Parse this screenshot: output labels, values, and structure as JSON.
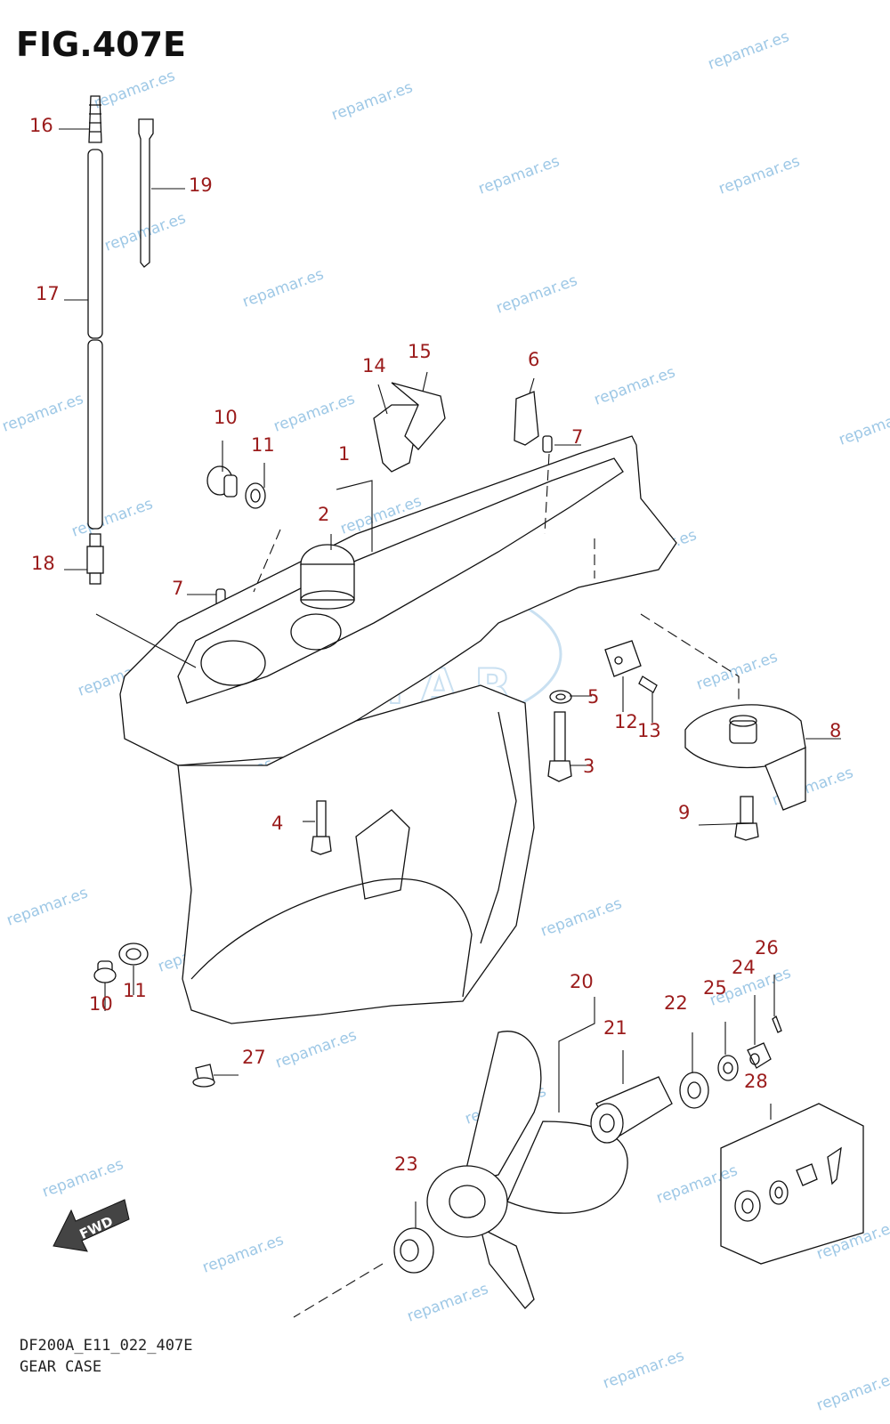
{
  "figure": {
    "title": "FIG.407E",
    "code": "DF200A_E11_022_407E",
    "name": "GEAR CASE"
  },
  "callouts": [
    {
      "label": "1"
    },
    {
      "label": "2"
    },
    {
      "label": "3"
    },
    {
      "label": "4"
    },
    {
      "label": "5"
    },
    {
      "label": "6"
    },
    {
      "label": "7"
    },
    {
      "label": "7"
    },
    {
      "label": "8"
    },
    {
      "label": "9"
    },
    {
      "label": "10"
    },
    {
      "label": "10"
    },
    {
      "label": "11"
    },
    {
      "label": "11"
    },
    {
      "label": "12"
    },
    {
      "label": "13"
    },
    {
      "label": "14"
    },
    {
      "label": "15"
    },
    {
      "label": "16"
    },
    {
      "label": "17"
    },
    {
      "label": "18"
    },
    {
      "label": "19"
    },
    {
      "label": "20"
    },
    {
      "label": "21"
    },
    {
      "label": "22"
    },
    {
      "label": "23"
    },
    {
      "label": "24"
    },
    {
      "label": "25"
    },
    {
      "label": "26"
    },
    {
      "label": "27"
    },
    {
      "label": "28"
    }
  ],
  "watermark": {
    "text": "repamar.es",
    "logo_letters": "REPAMAR"
  },
  "fwd_label": "FWD",
  "colors": {
    "callout": "#9b1c1c",
    "watermark": "#9ec8e6",
    "line": "#111111"
  }
}
